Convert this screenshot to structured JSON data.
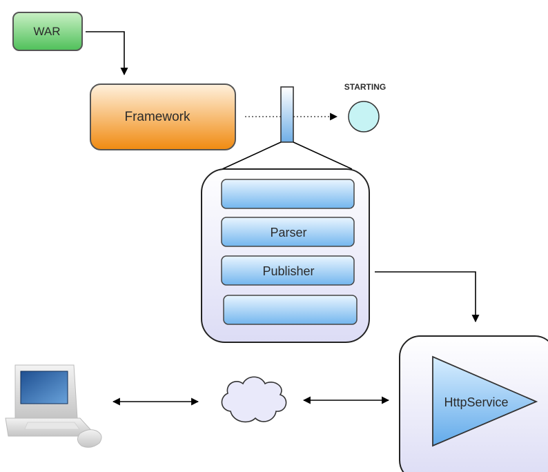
{
  "nodes": {
    "war": {
      "label": "WAR"
    },
    "framework": {
      "label": "Framework"
    },
    "state": {
      "label": "STARTING"
    },
    "bundle": {
      "slots": [
        {
          "label": ""
        },
        {
          "label": "Parser"
        },
        {
          "label": "Publisher"
        },
        {
          "label": ""
        }
      ]
    },
    "http_service": {
      "label": "HttpService"
    }
  },
  "icons": {
    "client": "laptop-icon",
    "network": "cloud-icon",
    "state": "circle-icon"
  },
  "colors": {
    "war_top": "#c9f0c4",
    "war_bottom": "#4fc05a",
    "framework_top": "#fff1dd",
    "framework_bottom": "#f08a10",
    "slot_top": "#e9f5ff",
    "slot_bottom": "#73b6ee",
    "container_top": "#ffffff",
    "container_bottom": "#dcdcf5",
    "state_circle": "#c6f3f4",
    "outline": "#333333"
  }
}
